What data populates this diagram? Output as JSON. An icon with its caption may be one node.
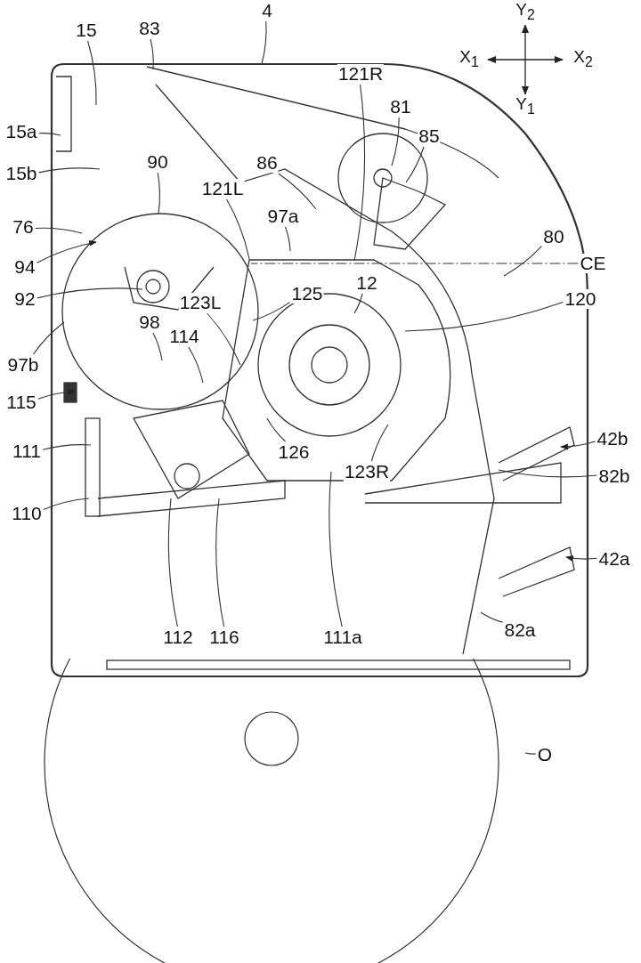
{
  "diagram": {
    "nodes": [
      {
        "text": [
          "4"
        ]
      },
      {
        "text": [
          "15"
        ]
      },
      {
        "text": [
          "83"
        ]
      },
      {
        "text": [
          "15a"
        ]
      },
      {
        "text": [
          "15b"
        ]
      },
      {
        "text": [
          "121R"
        ]
      },
      {
        "text": [
          "81"
        ]
      },
      {
        "text": [
          "85"
        ]
      },
      {
        "text": [
          "90"
        ]
      },
      {
        "text": [
          "86"
        ]
      },
      {
        "text": [
          "121L"
        ]
      },
      {
        "text": [
          "97a"
        ]
      },
      {
        "text": [
          "76"
        ]
      },
      {
        "text": [
          "94"
        ]
      },
      {
        "text": [
          "92"
        ]
      },
      {
        "text": [
          "123L"
        ]
      },
      {
        "text": [
          "125"
        ]
      },
      {
        "text": [
          "12"
        ]
      },
      {
        "text": [
          "120"
        ]
      },
      {
        "text": [
          "80"
        ]
      },
      {
        "text": [
          "97b"
        ]
      },
      {
        "text": [
          "98"
        ]
      },
      {
        "text": [
          "114"
        ]
      },
      {
        "text": [
          "115"
        ]
      },
      {
        "text": [
          "111"
        ]
      },
      {
        "text": [
          "126"
        ]
      },
      {
        "text": [
          "123R"
        ]
      },
      {
        "text": [
          "42b"
        ]
      },
      {
        "text": [
          "82b"
        ]
      },
      {
        "text": [
          "110"
        ]
      },
      {
        "text": [
          "42a"
        ]
      },
      {
        "text": [
          "112"
        ]
      },
      {
        "text": [
          "116"
        ]
      },
      {
        "text": [
          "111a"
        ]
      },
      {
        "text": [
          "82a"
        ]
      },
      {
        "text": [
          "O"
        ]
      },
      {
        "text": [
          "CE"
        ]
      }
    ],
    "edges": [
      {
        "from": 0,
        "to": null,
        "arrow": "none"
      },
      {
        "from": 1,
        "to": null,
        "arrow": "none"
      },
      {
        "from": 2,
        "to": null,
        "arrow": "none"
      },
      {
        "from": 3,
        "to": null,
        "arrow": "none"
      },
      {
        "from": 4,
        "to": null,
        "arrow": "none"
      },
      {
        "from": 5,
        "to": null,
        "arrow": "none"
      },
      {
        "from": 6,
        "to": null,
        "arrow": "none"
      },
      {
        "from": 7,
        "to": null,
        "arrow": "none"
      },
      {
        "from": 8,
        "to": null,
        "arrow": "none"
      },
      {
        "from": 9,
        "to": null,
        "arrow": "none"
      },
      {
        "from": 10,
        "to": null,
        "arrow": "none"
      },
      {
        "from": 11,
        "to": null,
        "arrow": "none"
      },
      {
        "from": 12,
        "to": null,
        "arrow": "none"
      },
      {
        "from": 13,
        "to": null,
        "arrow": "to"
      },
      {
        "from": 14,
        "to": null,
        "arrow": "none"
      },
      {
        "from": 15,
        "to": null,
        "arrow": "none"
      },
      {
        "from": 16,
        "to": null,
        "arrow": "none"
      },
      {
        "from": 17,
        "to": null,
        "arrow": "none"
      },
      {
        "from": 18,
        "to": null,
        "arrow": "none"
      },
      {
        "from": 19,
        "to": null,
        "arrow": "none"
      },
      {
        "from": 20,
        "to": null,
        "arrow": "none"
      },
      {
        "from": 21,
        "to": null,
        "arrow": "none"
      },
      {
        "from": 22,
        "to": null,
        "arrow": "none"
      },
      {
        "from": 23,
        "to": null,
        "arrow": "to"
      },
      {
        "from": 24,
        "to": null,
        "arrow": "none"
      },
      {
        "from": 25,
        "to": null,
        "arrow": "none"
      },
      {
        "from": 26,
        "to": null,
        "arrow": "none"
      },
      {
        "from": 27,
        "to": null,
        "arrow": "to"
      },
      {
        "from": 28,
        "to": null,
        "arrow": "none"
      },
      {
        "from": 29,
        "to": null,
        "arrow": "none"
      },
      {
        "from": 30,
        "to": null,
        "arrow": "to"
      },
      {
        "from": 31,
        "to": null,
        "arrow": "none"
      },
      {
        "from": 32,
        "to": null,
        "arrow": "none"
      },
      {
        "from": 33,
        "to": null,
        "arrow": "none"
      },
      {
        "from": 34,
        "to": null,
        "arrow": "none"
      },
      {
        "from": 35,
        "to": null,
        "arrow": "none"
      },
      {
        "from": 36,
        "to": null,
        "arrow": "none",
        "style": "dashed"
      }
    ],
    "labels": [
      "Y$_{2}$",
      "X$_{1}$",
      "X$_{2}$",
      "Y$_{1}$"
    ]
  }
}
